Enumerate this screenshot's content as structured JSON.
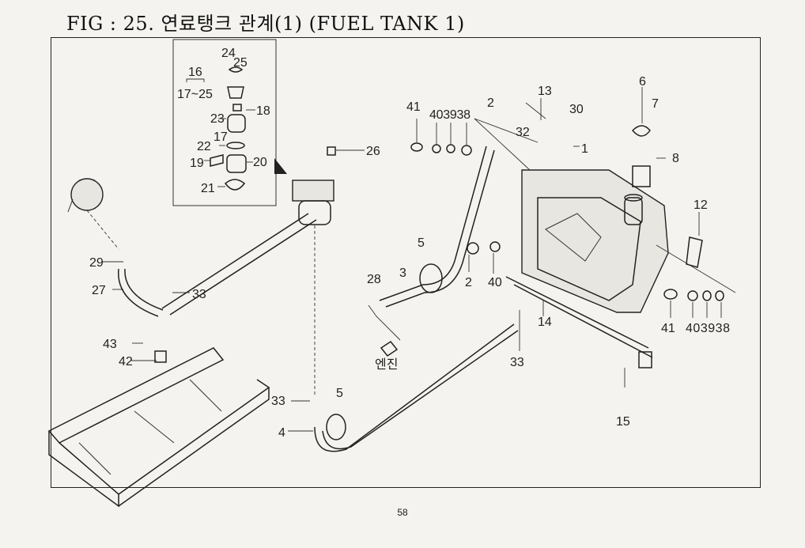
{
  "page": {
    "title": "FIG : 25. 연료탱크 관계(1)  (FUEL TANK 1)",
    "page_number": "58"
  },
  "callouts": [
    {
      "id": "c1",
      "label": "1"
    },
    {
      "id": "c2a",
      "label": "2"
    },
    {
      "id": "c2b",
      "label": "2"
    },
    {
      "id": "c3",
      "label": "3"
    },
    {
      "id": "c4",
      "label": "4"
    },
    {
      "id": "c5a",
      "label": "5"
    },
    {
      "id": "c5b",
      "label": "5"
    },
    {
      "id": "c6",
      "label": "6"
    },
    {
      "id": "c7",
      "label": "7"
    },
    {
      "id": "c8",
      "label": "8"
    },
    {
      "id": "c12",
      "label": "12"
    },
    {
      "id": "c13",
      "label": "13"
    },
    {
      "id": "c14",
      "label": "14"
    },
    {
      "id": "c15",
      "label": "15"
    },
    {
      "id": "c16",
      "label": "16"
    },
    {
      "id": "c1725",
      "label": "17~25"
    },
    {
      "id": "c17",
      "label": "17"
    },
    {
      "id": "c18",
      "label": "18"
    },
    {
      "id": "c19",
      "label": "19"
    },
    {
      "id": "c20",
      "label": "20"
    },
    {
      "id": "c21",
      "label": "21"
    },
    {
      "id": "c22",
      "label": "22"
    },
    {
      "id": "c23",
      "label": "23"
    },
    {
      "id": "c24",
      "label": "24"
    },
    {
      "id": "c25",
      "label": "25"
    },
    {
      "id": "c26",
      "label": "26"
    },
    {
      "id": "c27",
      "label": "27"
    },
    {
      "id": "c28",
      "label": "28"
    },
    {
      "id": "c29",
      "label": "29"
    },
    {
      "id": "c30",
      "label": "30"
    },
    {
      "id": "c32",
      "label": "32"
    },
    {
      "id": "c33a",
      "label": "33"
    },
    {
      "id": "c33b",
      "label": "33"
    },
    {
      "id": "c33c",
      "label": "33"
    },
    {
      "id": "c3839a",
      "label": "403938"
    },
    {
      "id": "c41a",
      "label": "41"
    },
    {
      "id": "c40",
      "label": "40"
    },
    {
      "id": "c41b",
      "label": "41"
    },
    {
      "id": "c3839b",
      "label": "403938"
    },
    {
      "id": "c42",
      "label": "42"
    },
    {
      "id": "c43",
      "label": "43"
    },
    {
      "id": "engine",
      "label": "엔진"
    }
  ]
}
